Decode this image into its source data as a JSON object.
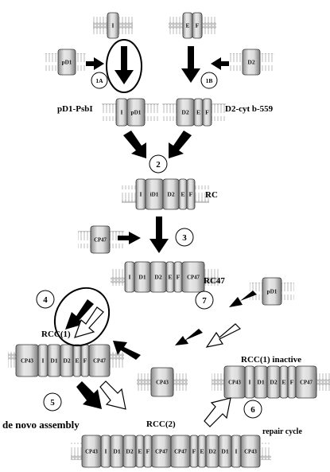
{
  "complexes": {
    "psbi": {
      "subunits": [
        "I"
      ]
    },
    "psbef": {
      "subunits": [
        "E",
        "F"
      ]
    },
    "pd1": {
      "subunits": [
        "pD1"
      ]
    },
    "d2": {
      "subunits": [
        "D2"
      ]
    },
    "pd1_psbi": {
      "label": "pD1-PsbI",
      "subunits": [
        "I",
        "pD1"
      ]
    },
    "d2_cytb559": {
      "label": "D2-cyt b-559",
      "subunits": [
        "D2",
        "E",
        "F"
      ]
    },
    "rc": {
      "label": "RC",
      "subunits": [
        "I",
        "iD1",
        "D2",
        "E",
        "F"
      ]
    },
    "cp47": {
      "subunits": [
        "CP47"
      ]
    },
    "rc47": {
      "label": "RC47",
      "subunits": [
        "I",
        "D1",
        "D2",
        "E",
        "F",
        "CP47"
      ]
    },
    "pd1_repair": {
      "subunits": [
        "pD1"
      ]
    },
    "cp43": {
      "subunits": [
        "CP43"
      ]
    },
    "rcc1": {
      "label": "RCC(1)",
      "subunits": [
        "CP43",
        "I",
        "D1",
        "D2",
        "E",
        "F",
        "CP47"
      ]
    },
    "rcc1_inactive": {
      "label": "RCC(1) inactive",
      "subunits": [
        "CP43",
        "I",
        "D1",
        "D2",
        "E",
        "F",
        "CP47"
      ]
    },
    "rcc2": {
      "label": "RCC(2)",
      "subunits": [
        "CP43",
        "I",
        "D1",
        "D2",
        "E",
        "F",
        "CP47",
        "CP47",
        "F",
        "E",
        "D2",
        "D1",
        "I",
        "CP43"
      ]
    }
  },
  "steps": [
    "1A",
    "1B",
    "2",
    "3",
    "4",
    "5",
    "6",
    "7"
  ],
  "pathways": {
    "de_novo": "de novo assembly",
    "repair": "repair cycle"
  }
}
